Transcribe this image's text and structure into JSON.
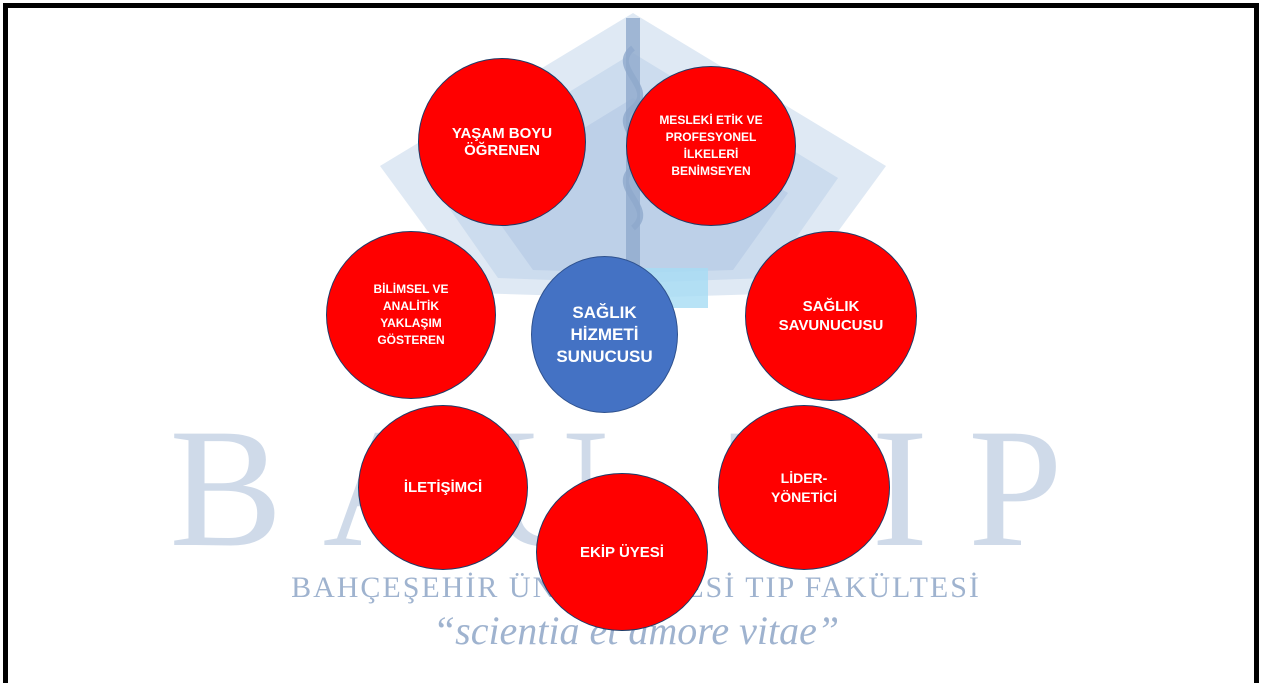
{
  "diagram": {
    "center": {
      "label": "SAĞLIK\nHİZMETİ\nSUNUCUSU",
      "color": "#4472c4"
    },
    "roles": [
      {
        "label": "YAŞAM BOYU\nÖĞRENEN"
      },
      {
        "label": "MESLEKİ ETİK VE\nPROFESYONEL\nİLKELERİ\nBENİMSEYEN"
      },
      {
        "label": "BİLİMSEL VE\nANALİTİK\nYAKLAŞIM\nGÖSTEREN"
      },
      {
        "label": "SAĞLIK\nSAVUNUCUSU"
      },
      {
        "label": "İLETİŞİMCİ"
      },
      {
        "label": "LİDER-\nYÖNETİCİ"
      },
      {
        "label": "EKİP ÜYESİ"
      }
    ],
    "role_color": "#ff0000"
  },
  "watermark": {
    "logo_letters": "BAU TIP",
    "institution": "BAHÇEŞEHİR ÜNİVERSİTESİ TIP FAKÜLTESİ",
    "motto": "“scientia et amore vitae”"
  }
}
